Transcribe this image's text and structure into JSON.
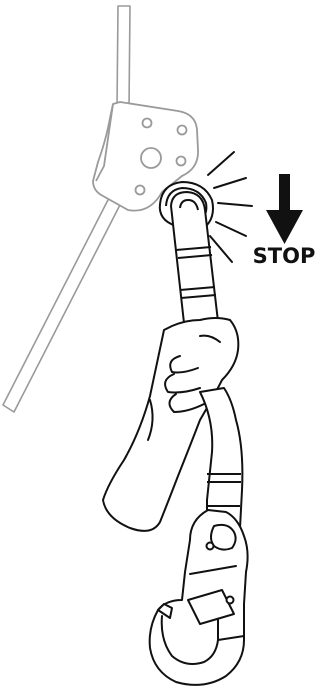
{
  "figure": {
    "stop_text": "STOP",
    "colors": {
      "ink": "#111111",
      "faded_ink": "#9a9a9a",
      "fill": "#ffffff"
    },
    "icons": [
      "rope",
      "fall-arrester-device",
      "lanyard",
      "hand",
      "snap-hook",
      "down-arrow",
      "impact-lines"
    ]
  }
}
